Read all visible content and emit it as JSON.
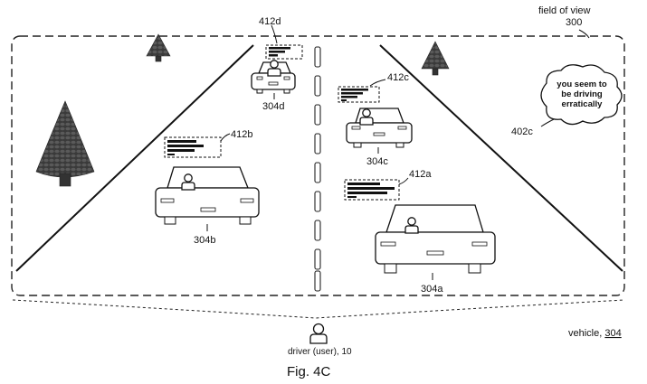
{
  "field_of_view": {
    "title": "field of view",
    "ref": "300"
  },
  "vehicles": {
    "a": {
      "label": "304a",
      "callout": "412a"
    },
    "b": {
      "label": "304b",
      "callout": "412b"
    },
    "c": {
      "label": "304c",
      "callout": "412c"
    },
    "d": {
      "label": "304d",
      "callout": "412d"
    }
  },
  "notification": {
    "ref": "402c",
    "lines": [
      "you seem to",
      "be driving",
      "erratically"
    ]
  },
  "driver": {
    "label": "driver (user), 10"
  },
  "vehicle": {
    "prefix": "vehicle, ",
    "ref": "304"
  },
  "figure": {
    "caption": "Fig. 4C"
  }
}
